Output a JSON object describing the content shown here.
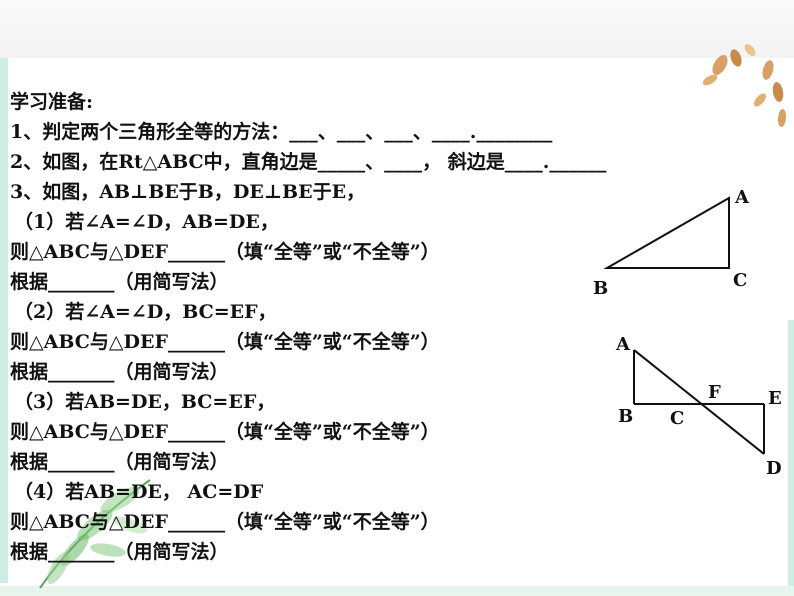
{
  "lines": [
    "学习准备:",
    "1、判定两个三角形全等的方法：___、___、___、____.________",
    "2、如图，在Rt△ABC中，直角边是_____、____， 斜边是____.______",
    "3、如图，AB⊥BE于B，DE⊥BE于E，",
    "（1）若∠A=∠D，AB=DE，",
    "则△ABC与△DEF______（填“全等”或“不全等”）",
    "根据_______（用简写法）",
    "（2）若∠A=∠D，BC=EF，",
    "则△ABC与△DEF______（填“全等”或“不全等”）",
    "根据_______（用简写法）",
    "（3）若AB=DE，BC=EF，",
    "则△ABC与△DEF______（填“全等”或“不全等”）",
    "根据_______（用简写法）",
    "（4）若AB=DE， AC=DF",
    "则△ABC与△DEF______（填“全等”或“不全等”）",
    "根据_______（用简写法）"
  ],
  "figure1": {
    "A": "A",
    "B": "B",
    "C": "C"
  },
  "figure2": {
    "A": "A",
    "B": "B",
    "C": "C",
    "F": "F",
    "E": "E",
    "D": "D"
  },
  "colors": {
    "accent_mint": "#cfeee3",
    "leaf_green": "#7cc576",
    "leaf_orange": "#d9a066"
  }
}
